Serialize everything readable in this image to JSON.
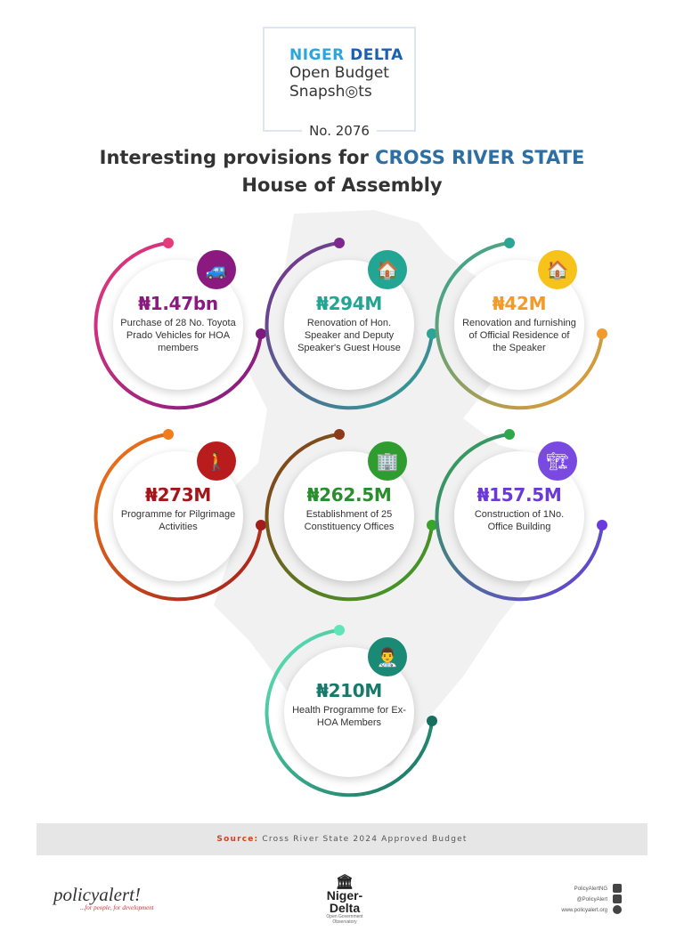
{
  "header": {
    "brand_line1a": "NIGER",
    "brand_line1b": "DELTA",
    "brand_line2": "Open Budget",
    "brand_line3": "Snapsh◎ts",
    "number": "No. 2076"
  },
  "title": {
    "prefix": "Interesting provisions for",
    "highlight": "CROSS RIVER STATE",
    "line2": "House of Assembly"
  },
  "provisions": [
    {
      "value": "₦1.47bn",
      "description": "Purchase of 28 No. Toyota Prado Vehicles for HOA members",
      "icon": "car-icon",
      "glyph": "🚙",
      "c1": "#e8397c",
      "c2": "#7d1a80",
      "value_color": "#8b1a80",
      "icon_color": "#8b1a80"
    },
    {
      "value": "₦294M",
      "description": "Renovation of Hon. Speaker and Deputy Speaker's Guest House",
      "icon": "house-icon",
      "glyph": "🏠",
      "c1": "#7b2a8c",
      "c2": "#2ba596",
      "value_color": "#22a592",
      "icon_color": "#22a592"
    },
    {
      "value": "₦42M",
      "description": "Renovation and furnishing of Official Residence of the Speaker",
      "icon": "house-icon",
      "glyph": "🏠",
      "c1": "#2aa596",
      "c2": "#f29a2e",
      "value_color": "#f39a2b",
      "icon_color": "#f7c21a"
    },
    {
      "value": "₦273M",
      "description": "Programme for Pilgrimage Activities",
      "icon": "pilgrims-icon",
      "glyph": "🚶",
      "c1": "#f07c1c",
      "c2": "#a31d1d",
      "value_color": "#a3171a",
      "icon_color": "#b81c1c"
    },
    {
      "value": "₦262.5M",
      "description": "Establishment of 25 Constituency Offices",
      "icon": "office-icon",
      "glyph": "🏢",
      "c1": "#8c3a18",
      "c2": "#3aa32a",
      "value_color": "#2a8d2e",
      "icon_color": "#2e9c2e"
    },
    {
      "value": "₦157.5M",
      "description": "Construction of 1No. Office Building",
      "icon": "building-icon",
      "glyph": "🏗",
      "c1": "#2ea84a",
      "c2": "#6a3ae0",
      "value_color": "#6a3ad8",
      "icon_color": "#7a4ae0"
    },
    {
      "value": "₦210M",
      "description": "Health Programme for Ex-HOA Members",
      "icon": "doctor-icon",
      "glyph": "👨‍⚕️",
      "c1": "#5fe6b8",
      "c2": "#176f60",
      "value_color": "#177a6a",
      "icon_color": "#1a8a76"
    }
  ],
  "source": {
    "label": "Source:",
    "text": "Cross River State 2024 Approved Budget"
  },
  "footer": {
    "policyalert": "policyalert!",
    "tagline": "...for people, for development",
    "niger_delta": "Niger-Delta",
    "observatory": "Open Government Observatory",
    "facebook": "PolicyAlertNG",
    "twitter": "@PolicyAlert",
    "website": "www.policyalert.org"
  }
}
